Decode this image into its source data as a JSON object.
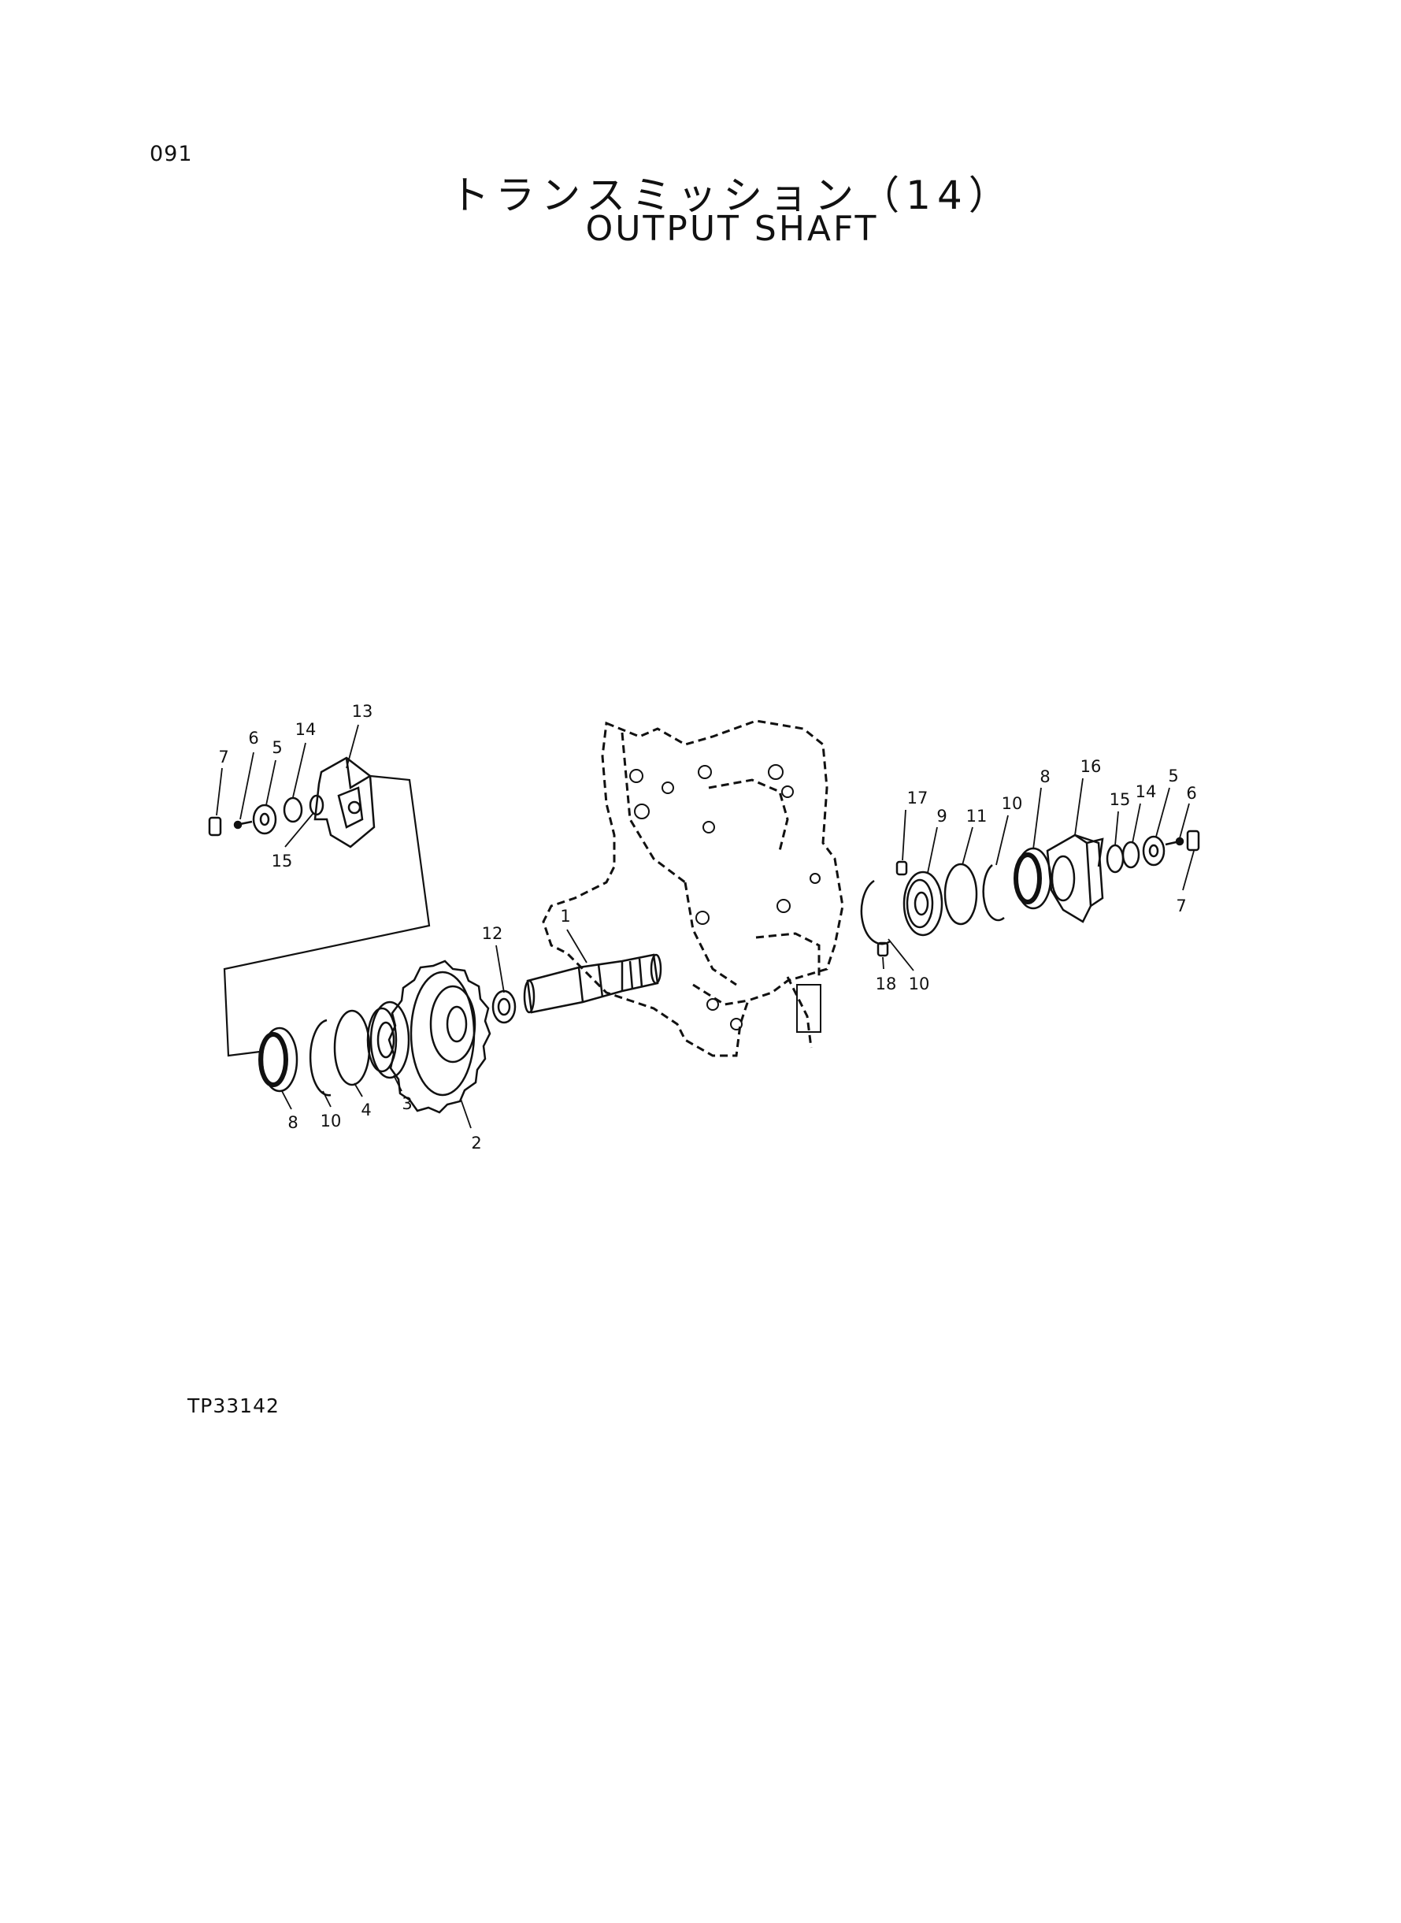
{
  "header": {
    "page_number": "091",
    "title_jp": "トランスミッション（14）",
    "title_en": "OUTPUT SHAFT"
  },
  "footer": {
    "figure_code": "TP33142"
  },
  "callouts": {
    "left_assembly": [
      "7",
      "6",
      "5",
      "14",
      "13",
      "15"
    ],
    "center_assembly": [
      "12",
      "1",
      "8",
      "10",
      "4",
      "3",
      "2"
    ],
    "right_assembly": [
      "17",
      "9",
      "11",
      "10",
      "8",
      "16",
      "15",
      "14",
      "5",
      "6",
      "7",
      "18",
      "10"
    ]
  }
}
